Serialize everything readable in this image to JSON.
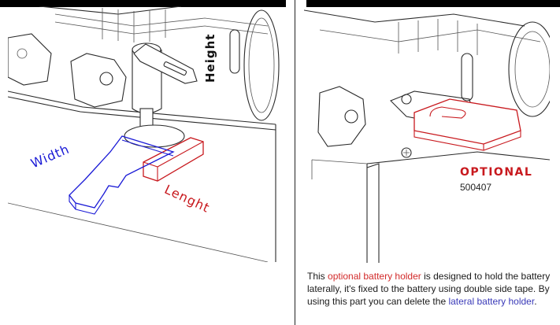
{
  "labels": {
    "width": "Width",
    "length": "Lenght",
    "height": "Height"
  },
  "optional_tag": "OPTIONAL",
  "part_number": "500407",
  "caption": {
    "part1": "This ",
    "highlight1": "optional battery holder",
    "part2": " is designed to hold the battery laterally, it's fixed to the battery using double side tape. By using this part you can delete the ",
    "highlight2": "lateral battery holder",
    "part3": "."
  },
  "colors": {
    "blue": "#1a1ad6",
    "red": "#c8191e",
    "caption_red": "#d22a2a",
    "caption_blue": "#3a3ab8",
    "line": "#2a2a2a"
  }
}
